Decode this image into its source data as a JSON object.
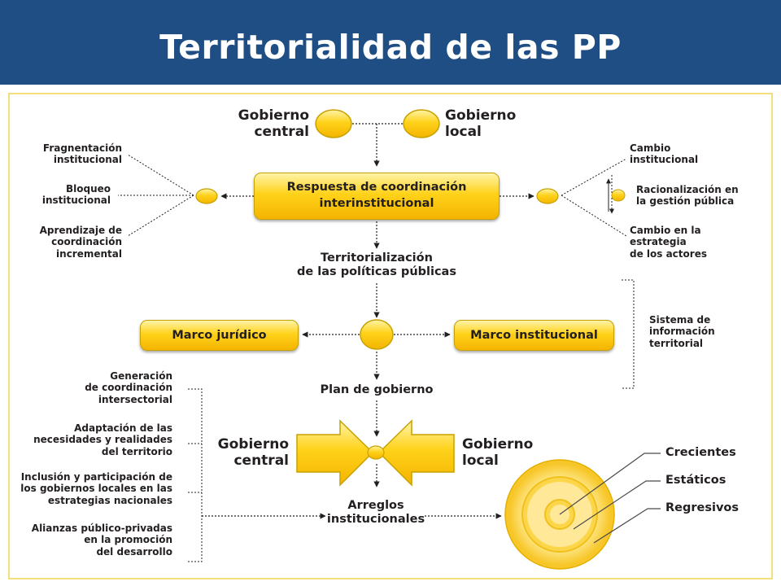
{
  "header": {
    "title": "Territorialidad de las PP"
  },
  "top": {
    "gov_central": "Gobierno\ncentral",
    "gov_local": "Gobierno\nlocal"
  },
  "left_factors": [
    "Fragnentación\ninstitucional",
    "Bloqueo\ninstitucional",
    "Aprendizaje de\ncoordinación\nincremental"
  ],
  "right_factors": [
    "Cambio\ninstitucional",
    "Racionalización en\nla gestión pública",
    "Cambio en la\nestrategia\nde los actores"
  ],
  "center": {
    "response_box": "Respuesta de coordinación\ninterinstitucional",
    "territorialization": "Territorialización\nde las políticas públicas",
    "legal_frame": "Marco jurídico",
    "institutional_frame": "Marco institucional",
    "info_system": "Sistema de\ninformación\nterritorial",
    "gov_plan": "Plan de gobierno"
  },
  "bottom": {
    "gov_central": "Gobierno\ncentral",
    "gov_local": "Gobierno\nlocal",
    "arrangements": "Arreglos\ninstitucionales"
  },
  "bottom_left_items": [
    "Generación\nde coordinación\nintersectorial",
    "Adaptación de las\nnecesidades y realidades\ndel territorio",
    "Inclusión y participación de\nlos gobiernos locales en las\nestrategias nacionales",
    "Alianzas público-privadas\nen la promoción\ndel desarrollo"
  ],
  "rings": [
    "Crecientes",
    "Estáticos",
    "Regresivos"
  ],
  "colors": {
    "header_bg": "#1f4e84",
    "accent_yellow": "#ffd21a",
    "frame_border": "#f3de7e"
  }
}
